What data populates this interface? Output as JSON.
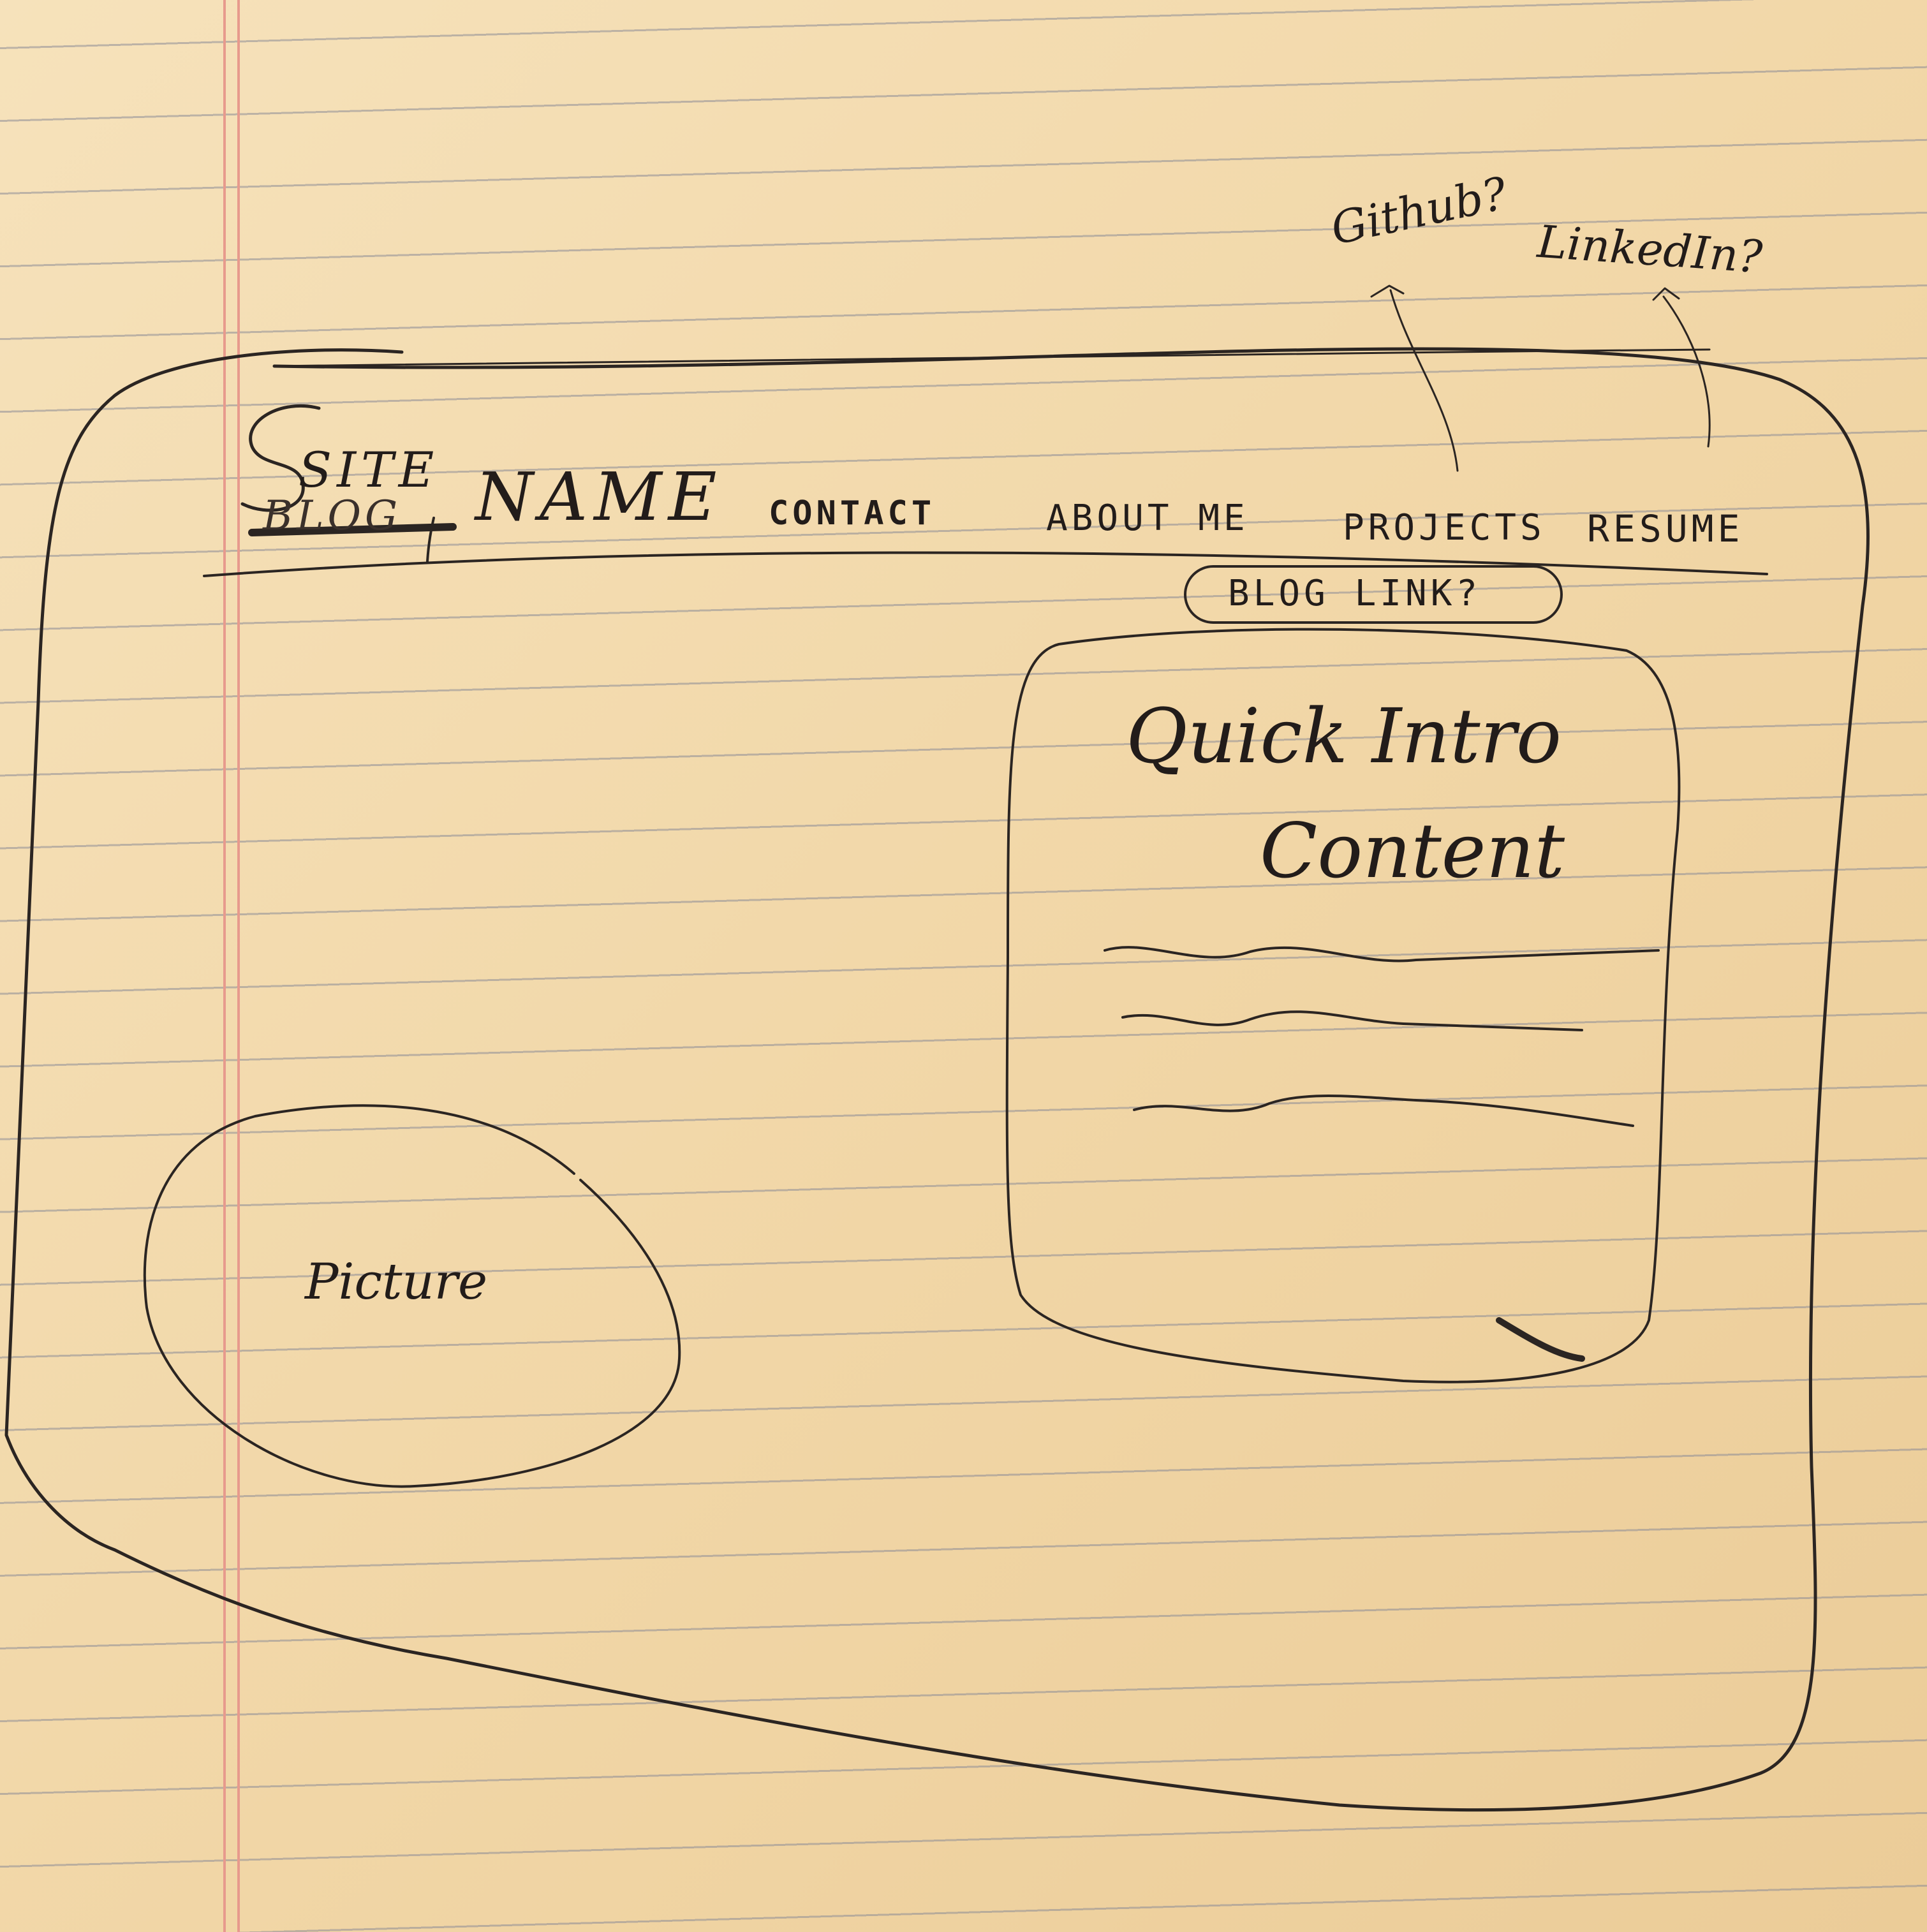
{
  "header": {
    "site_word": "SITE",
    "crossed_out_word": "BLOG",
    "name_word": "NAME",
    "nav": [
      "CONTACT",
      "ABOUT ME",
      "PROJECTS",
      "RESUME"
    ],
    "blog_link": "BLOG LINK?"
  },
  "annotations": {
    "github": "Github?",
    "linkedin": "LinkedIn?"
  },
  "intro": {
    "title": "Quick Intro",
    "subtitle": "Content"
  },
  "picture": {
    "label": "Picture"
  },
  "colors": {
    "paper": "#f2d9ac",
    "ink": "#2b2522",
    "margin_line": "#e79a8d"
  }
}
